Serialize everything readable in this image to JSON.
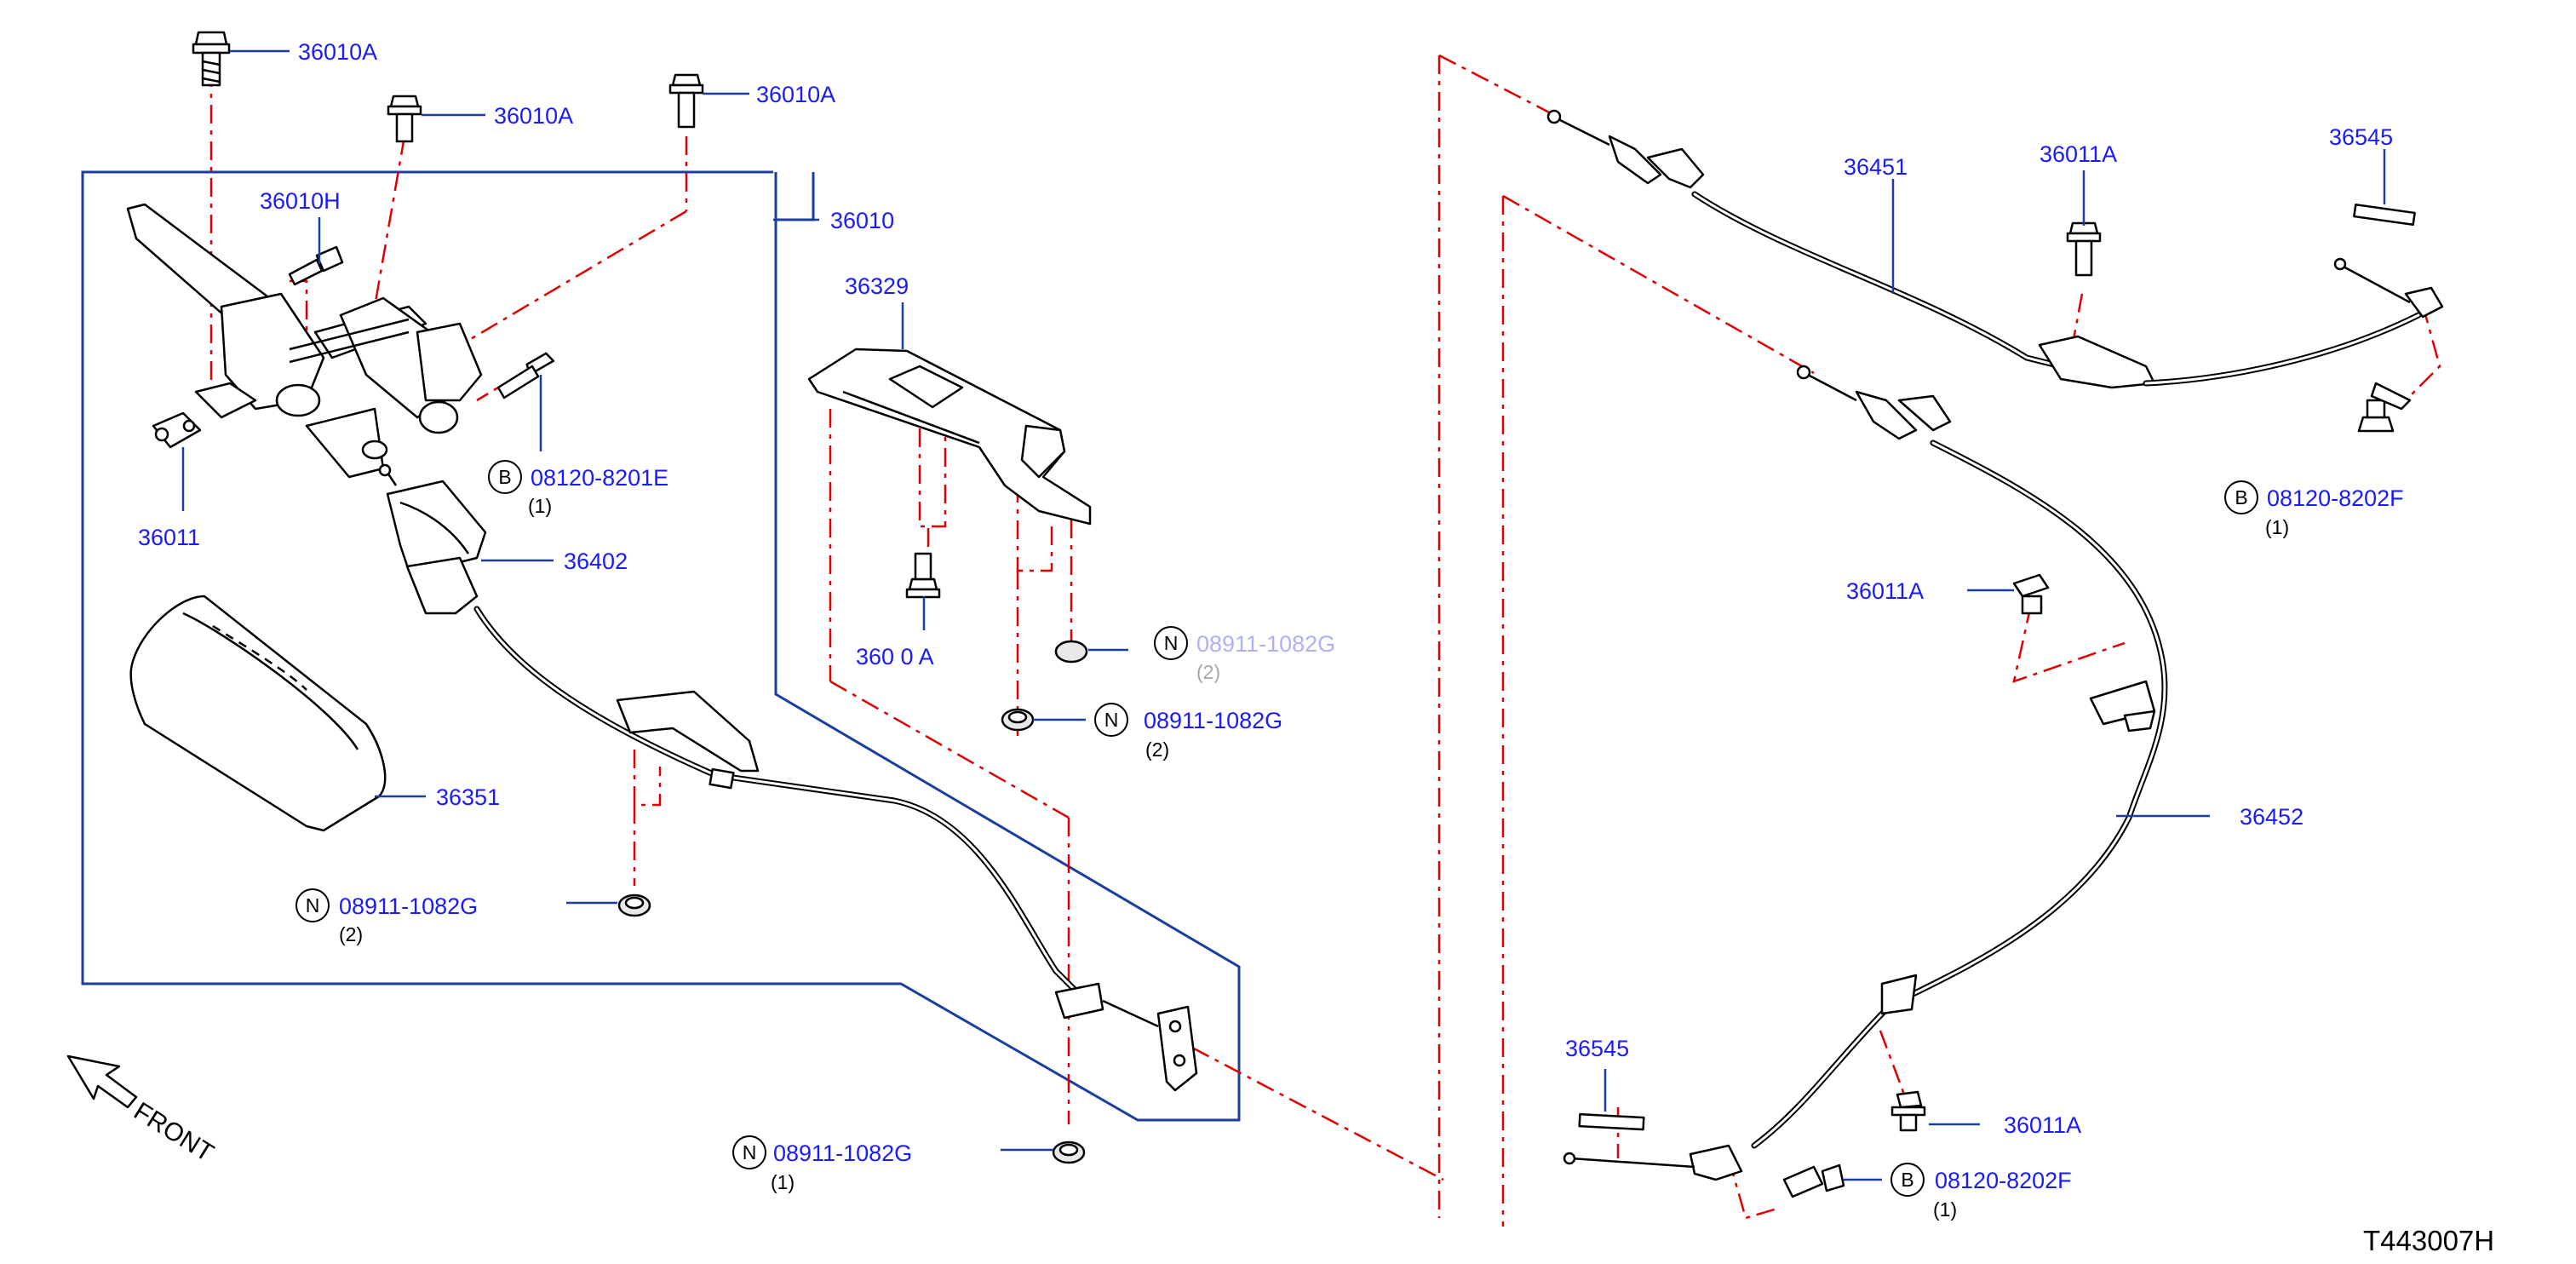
{
  "diagram_id": "T443007H",
  "front_label": "FRONT",
  "callouts": {
    "c_36010A_1": "36010A",
    "c_36010A_2": "36010A",
    "c_36010A_3": "36010A",
    "c_36010H": "36010H",
    "c_36010": "36010",
    "c_36011": "36011",
    "c_08120_8201E": "08120-8201E",
    "c_08120_8201E_qty": "(1)",
    "c_36402": "36402",
    "c_36351": "36351",
    "c_08911_1082G_a": "08911-1082G",
    "c_08911_1082G_a_qty": "(2)",
    "c_36329": "36329",
    "c_3601_A": "360  0  A",
    "c_08911_garbled": "08911-1082G",
    "c_08911_garbled_qty": "(2)",
    "c_08911_1082G_b": "08911-1082G",
    "c_08911_1082G_b_qty": "(2)",
    "c_08911_1082G_c": "08911-1082G",
    "c_08911_1082G_c_qty": "(1)",
    "c_36451": "36451",
    "c_36011A_1": "36011A",
    "c_36545_1": "36545",
    "c_08120_8202F_1": "08120-8202F",
    "c_08120_8202F_1_qty": "(1)",
    "c_36011A_2": "36011A",
    "c_36452": "36452",
    "c_36545_2": "36545",
    "c_36011A_3": "36011A",
    "c_08120_8202F_2": "08120-8202F",
    "c_08120_8202F_2_qty": "(1)"
  },
  "symbols": {
    "bolt": "B",
    "nut": "N"
  },
  "colors": {
    "label": "#1a1aff",
    "leader": "#1a3fa0",
    "dashed_guide": "#e00000",
    "drawing": "#000000"
  }
}
